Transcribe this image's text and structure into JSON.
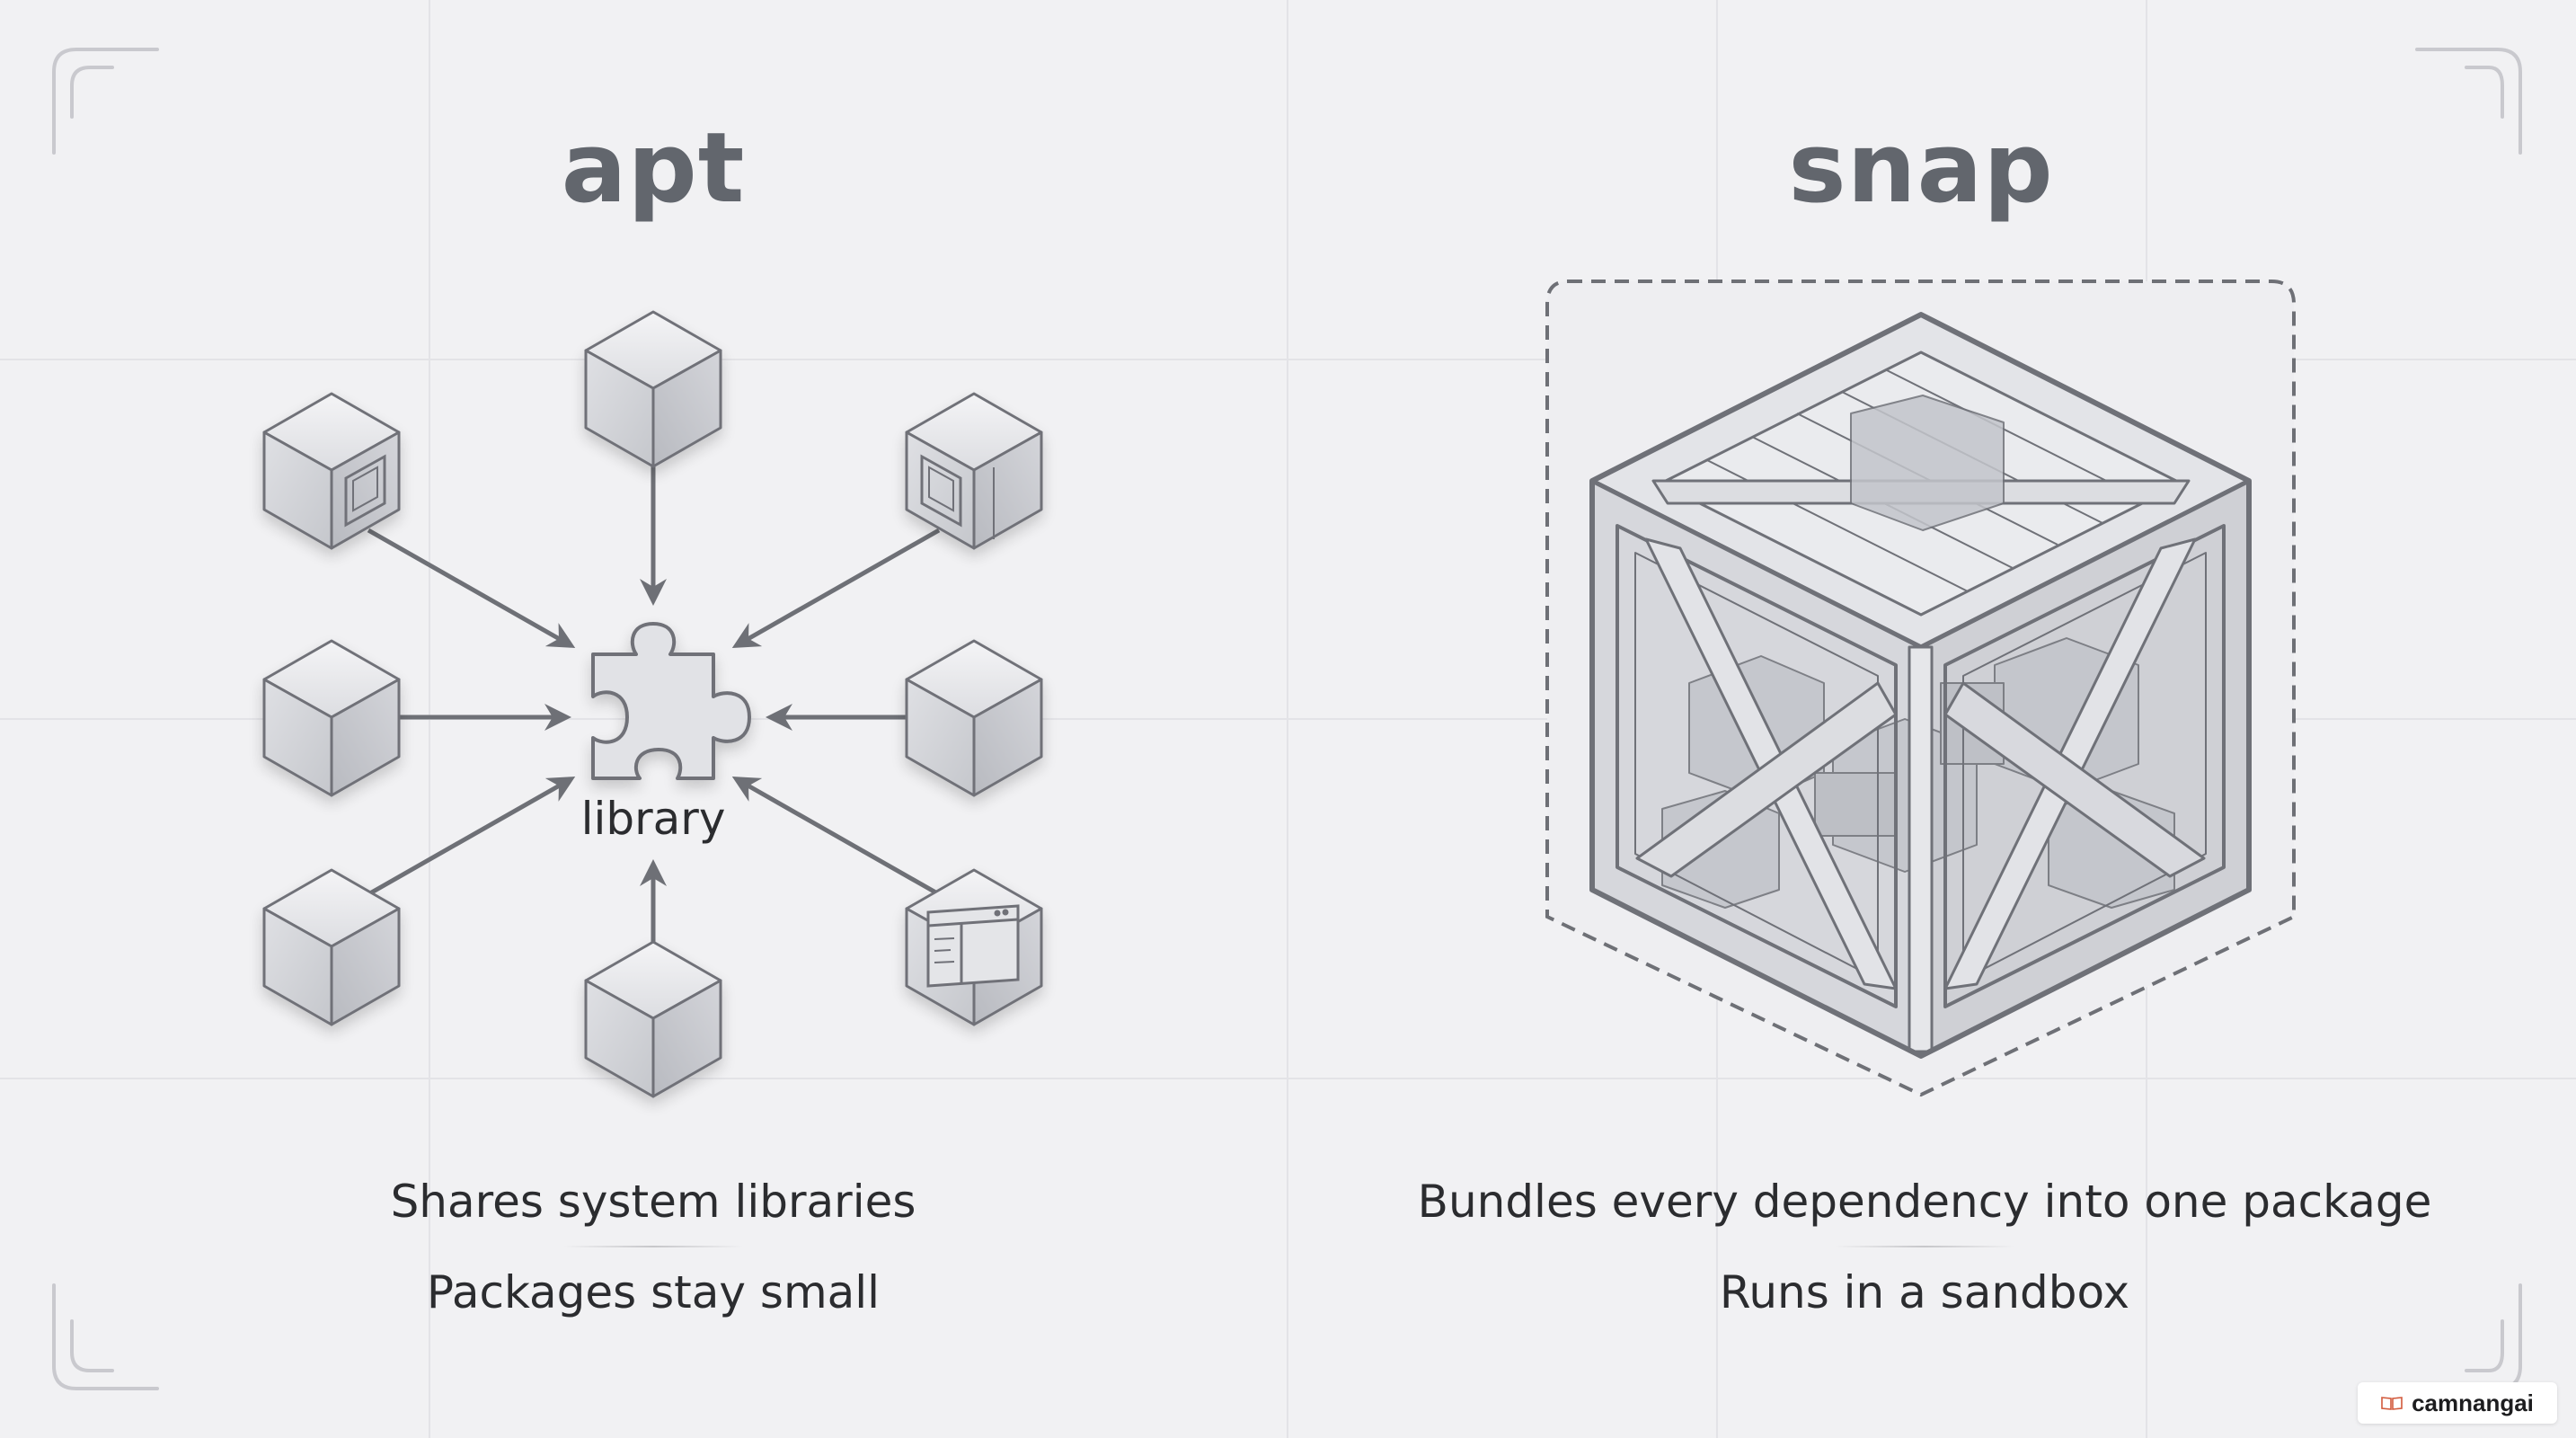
{
  "apt": {
    "title": "apt",
    "center_label": "library",
    "captions": [
      "Shares system libraries",
      "Packages stay small"
    ]
  },
  "snap": {
    "title": "snap",
    "captions": [
      "Bundles every dependency into one package",
      "Runs in a sandbox"
    ]
  },
  "watermark": {
    "text": "camnangai"
  },
  "colors": {
    "background": "#f1f1f3",
    "title": "#62666d",
    "text": "#2b2c2f",
    "arrow": "#6e7076",
    "cube_stroke": "#6f7178"
  },
  "icons": {
    "center": "puzzle-piece-icon",
    "nodes": "cube-icon",
    "crate": "sandbox-crate-icon",
    "watermark": "book-icon"
  }
}
